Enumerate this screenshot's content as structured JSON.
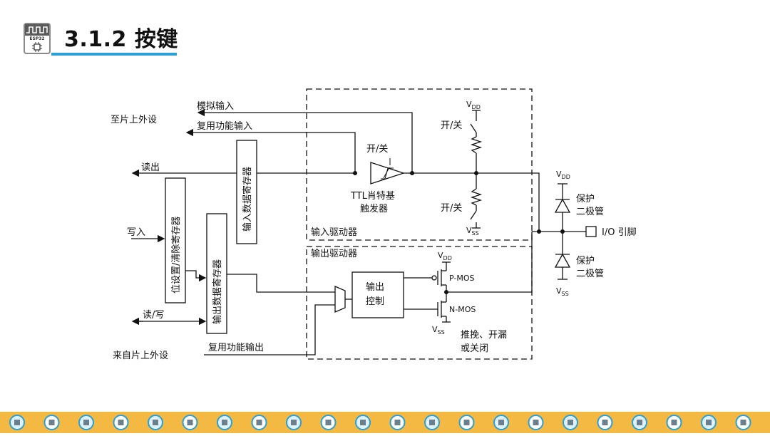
{
  "header": {
    "title": "3.1.2 按键",
    "logo_text": "ESP32"
  },
  "diagram": {
    "left_labels": {
      "to_peripheral": "至片上外设",
      "from_peripheral": "来自片上外设",
      "analog_in": "模拟输入",
      "alt_func_in": "复用功能输入",
      "read": "读出",
      "write": "写入",
      "read_write": "读/写",
      "alt_func_out": "复用功能输出"
    },
    "registers": {
      "input_data": "输入数据寄存器",
      "bit_set_reset": "位设置/清除寄存器",
      "output_data": "输出数据寄存器"
    },
    "input_driver": {
      "label": "输入驱动器",
      "switch_top": "开/关",
      "switch_pullup": "开/关",
      "switch_pulldown": "开/关",
      "schmitt_line1": "TTL肖特基",
      "schmitt_line2": "触发器",
      "vdd": "V",
      "vdd_sub": "DD",
      "vss": "V",
      "vss_sub": "SS"
    },
    "output_driver": {
      "label": "输出驱动器",
      "control_line1": "输出",
      "control_line2": "控制",
      "pmos": "P-MOS",
      "nmos": "N-MOS",
      "vdd": "V",
      "vdd_sub": "DD",
      "vss": "V",
      "vss_sub": "SS",
      "mode_line1": "推挽、开漏",
      "mode_line2": "或关闭"
    },
    "protection": {
      "top_line1": "保护",
      "top_line2": "二极管",
      "bottom_line1": "保护",
      "bottom_line2": "二极管",
      "vdd": "V",
      "vdd_sub": "DD",
      "vss": "V",
      "vss_sub": "SS",
      "io_pin": "I/O 引脚"
    }
  },
  "colors": {
    "title_underline": "#2a9fd8",
    "footer": "#f4b942",
    "chip_icon": "#2a9fd8"
  }
}
